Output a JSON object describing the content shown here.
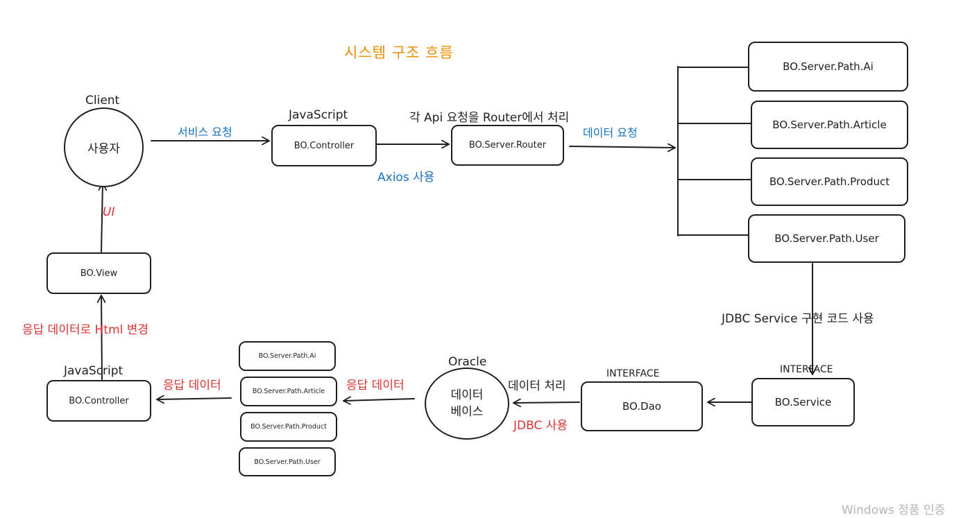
{
  "title": "시스템 구조 흐름",
  "client": {
    "caption": "Client",
    "node": "사용자"
  },
  "top_flow": {
    "controller_caption": "JavaScript",
    "controller": "BO.Controller",
    "router": "BO.Server.Router",
    "label_service_request": "서비스 요청",
    "label_axios": "Axios 사용",
    "label_router": "각 Api 요청을 Router에서 처리",
    "label_data_request": "데이터 요청"
  },
  "paths_right": [
    "BO.Server.Path.Ai",
    "BO.Server.Path.Article",
    "BO.Server.Path.Product",
    "BO.Server.Path.User"
  ],
  "service_flow": {
    "label_jdbc_service": "JDBC Service 구현 코드 사용",
    "service_caption": "INTERFACE",
    "service": "BO.Service",
    "dao_caption": "INTERFACE",
    "dao": "BO.Dao",
    "label_data_processing": "데이터 처리",
    "label_jdbc_use": "JDBC 사용"
  },
  "database": {
    "caption": "Oracle",
    "node": "데이터\n베이스"
  },
  "bottom_flow": {
    "label_response_data_1": "응답 데이터",
    "label_response_data_2": "응답 데이터",
    "controller_caption": "JavaScript",
    "controller": "BO.Controller",
    "view": "BO.View",
    "label_html_change": "응답 데이터로 Html 변경",
    "label_ui": "UI"
  },
  "paths_bottom": [
    "BO.Server.Path.Ai",
    "BO.Server.Path.Article",
    "BO.Server.Path.Product",
    "BO.Server.Path.User"
  ],
  "watermark": "Windows 정품 인증",
  "colors": {
    "stroke": "#1e1e1e",
    "blue": "#1971c2",
    "red": "#e03131",
    "orange": "#f08c00"
  }
}
